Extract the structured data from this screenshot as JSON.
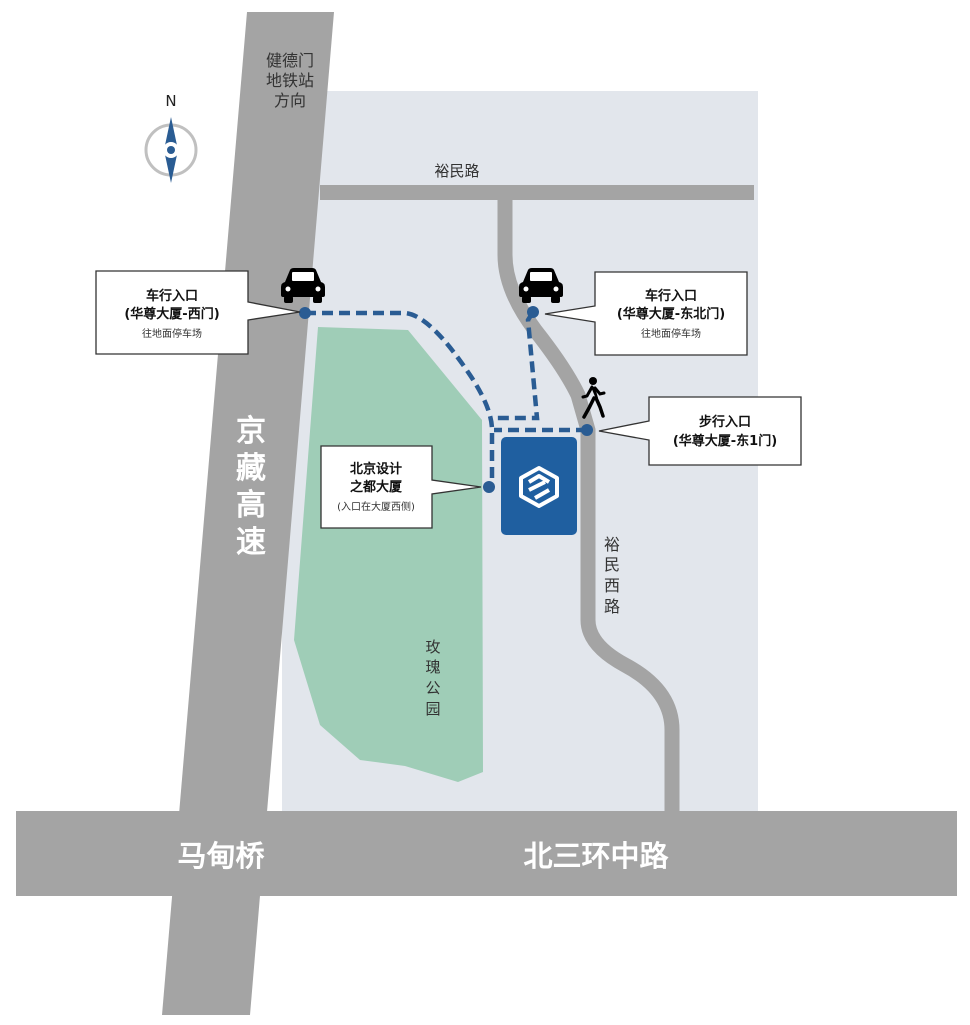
{
  "compass": {
    "label": "N"
  },
  "labels": {
    "jiandemen": [
      "健德门",
      "地铁站",
      "方向"
    ],
    "yumin_road": "裕民路",
    "yumin_west_road": [
      "裕",
      "民",
      "西",
      "路"
    ],
    "jingzang": [
      "京",
      "藏",
      "高",
      "速"
    ],
    "madianqiao": "马甸桥",
    "north_third_ring": "北三环中路",
    "rose_park": [
      "玫",
      "瑰",
      "公",
      "园"
    ]
  },
  "callouts": {
    "west_car": {
      "title": "车行入口",
      "subtitle": "(华尊大厦-西门)",
      "note": "往地面停车场"
    },
    "northeast_car": {
      "title": "车行入口",
      "subtitle": "(华尊大厦-东北门)",
      "note": "往地面停车场"
    },
    "walk": {
      "title": "步行入口",
      "subtitle": "(华尊大厦-东1门)"
    },
    "destination": {
      "title1": "北京设计",
      "title2": "之都大厦",
      "note": "(入口在大厦西侧)"
    }
  },
  "icons": {
    "west_car": "car-icon",
    "northeast_car": "car-icon",
    "pedestrian": "walking-person-icon",
    "building_logo": "building-logo-icon",
    "compass": "compass-icon"
  },
  "colors": {
    "block_bg": "#e2e6ec",
    "road": "#a4a4a4",
    "park": "#9fcdb7",
    "route": "#2a5c93",
    "building": "#1f5fa0",
    "dot": "#2a5c93"
  }
}
